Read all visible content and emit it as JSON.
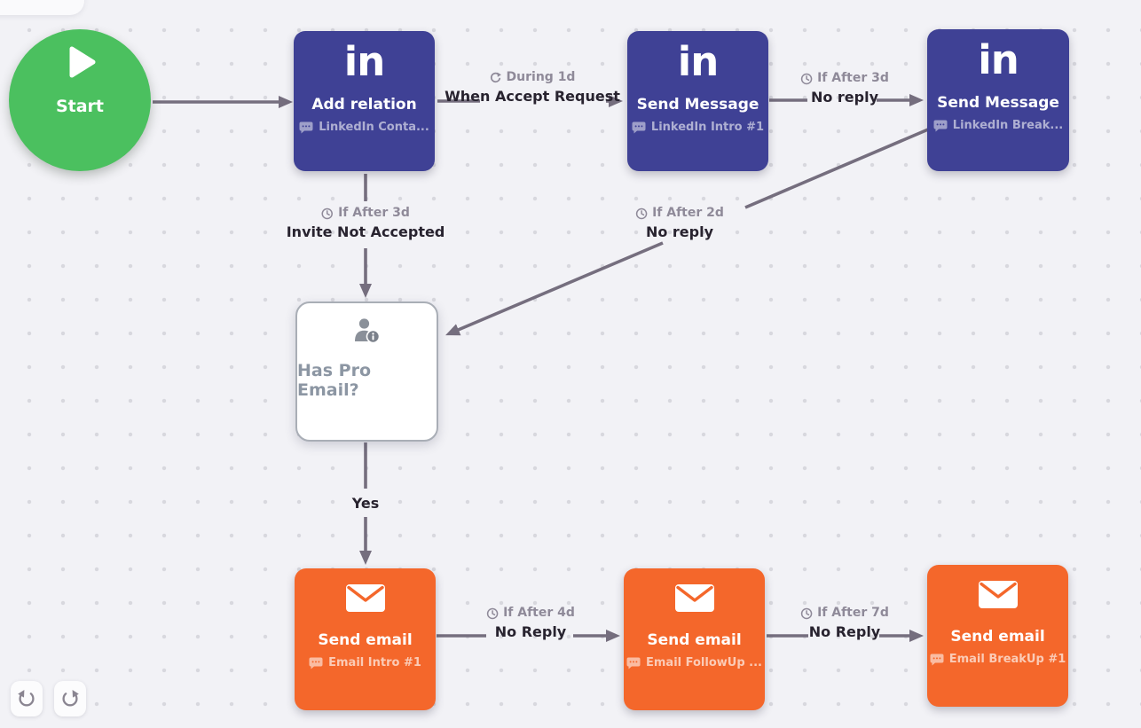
{
  "app": {
    "view": "campaign-scenario-canvas"
  },
  "colors": {
    "background": "#f2f2f6",
    "dot_grid": "#d8d8de",
    "start_green": "#4bc05f",
    "linkedin_indigo": "#3f4195",
    "email_orange": "#f4672b",
    "edge_gray": "#756e7e",
    "label_dark": "#28232f",
    "label_gray": "#8f8a99"
  },
  "nodes": {
    "start": {
      "label": "Start",
      "icon": "play-icon"
    },
    "add_relation": {
      "logo": "in",
      "title": "Add relation",
      "subtitle": "LinkedIn Conta...",
      "icon": "linkedin-logo"
    },
    "send_message_1": {
      "logo": "in",
      "title": "Send Message",
      "subtitle": "LinkedIn Intro #1",
      "icon": "linkedin-logo"
    },
    "send_message_2": {
      "logo": "in",
      "title": "Send Message",
      "subtitle": "LinkedIn Break...",
      "icon": "linkedin-logo"
    },
    "has_pro_email": {
      "title": "Has Pro Email?",
      "icon": "person-info-icon"
    },
    "send_email_1": {
      "title": "Send email",
      "subtitle": "Email Intro #1",
      "icon": "envelope-icon"
    },
    "send_email_2": {
      "title": "Send email",
      "subtitle": "Email FollowUp ...",
      "icon": "envelope-icon"
    },
    "send_email_3": {
      "title": "Send email",
      "subtitle": "Email BreakUp #1",
      "icon": "envelope-icon"
    }
  },
  "edges": {
    "accept_request": {
      "condition": "During 1d",
      "label": "When Accept Request",
      "icon": "refresh-icon"
    },
    "no_reply_3d": {
      "condition": "If After 3d",
      "label": "No reply",
      "icon": "clock-icon"
    },
    "invite_not_accepted": {
      "condition": "If After 3d",
      "label": "Invite Not Accepted",
      "icon": "clock-icon"
    },
    "no_reply_2d": {
      "condition": "If After 2d",
      "label": "No reply",
      "icon": "clock-icon"
    },
    "yes_branch": {
      "label": "Yes"
    },
    "no_reply_4d": {
      "condition": "If After 4d",
      "label": "No Reply",
      "icon": "clock-icon"
    },
    "no_reply_7d": {
      "condition": "If After 7d",
      "label": "No Reply",
      "icon": "clock-icon"
    }
  },
  "toolbar": {
    "undo_icon": "undo-icon",
    "redo_icon": "redo-icon"
  }
}
